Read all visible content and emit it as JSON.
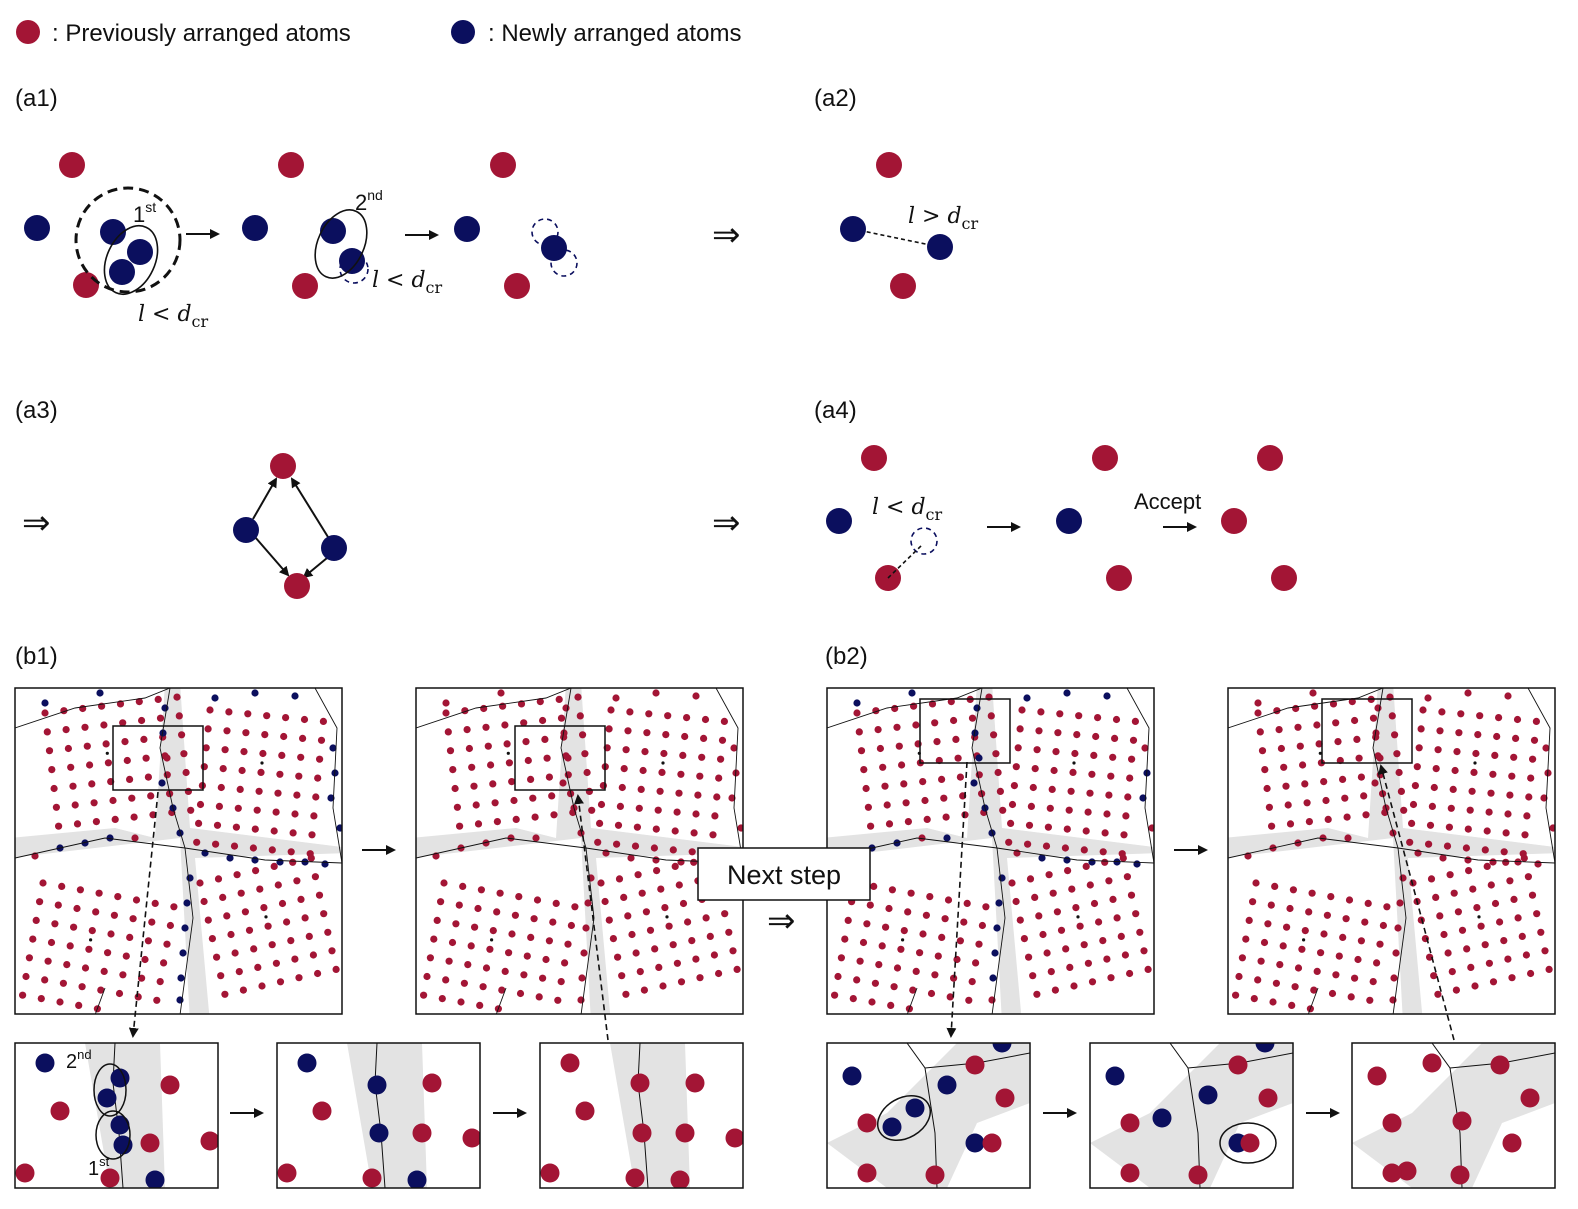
{
  "colors": {
    "previous": "#a31535",
    "new": "#0b0f5e",
    "grain_boundary": "#e3e3e3",
    "line": "#111111"
  },
  "legend": {
    "previous_label": ": Previously arranged atoms",
    "new_label": ": Newly arranged atoms"
  },
  "panels": {
    "a1": {
      "label": "(a1)",
      "first": "1",
      "first_sup": "st",
      "second": "2",
      "second_sup": "nd",
      "cond_lhs": "l < d",
      "cond_sub": "cr"
    },
    "a2": {
      "label": "(a2)",
      "cond_lhs": "l > d",
      "cond_sub": "cr"
    },
    "a3": {
      "label": "(a3)"
    },
    "a4": {
      "label": "(a4)",
      "cond_lhs": "l < d",
      "cond_sub": "cr",
      "accept": "Accept"
    },
    "b1": {
      "label": "(b1)",
      "second": "2",
      "second_sup": "nd",
      "first": "1",
      "first_sup": "st"
    },
    "b2": {
      "label": "(b2)"
    }
  },
  "next_step": "Next step",
  "symbols": {
    "implies": "⇒",
    "arrow": "→"
  }
}
